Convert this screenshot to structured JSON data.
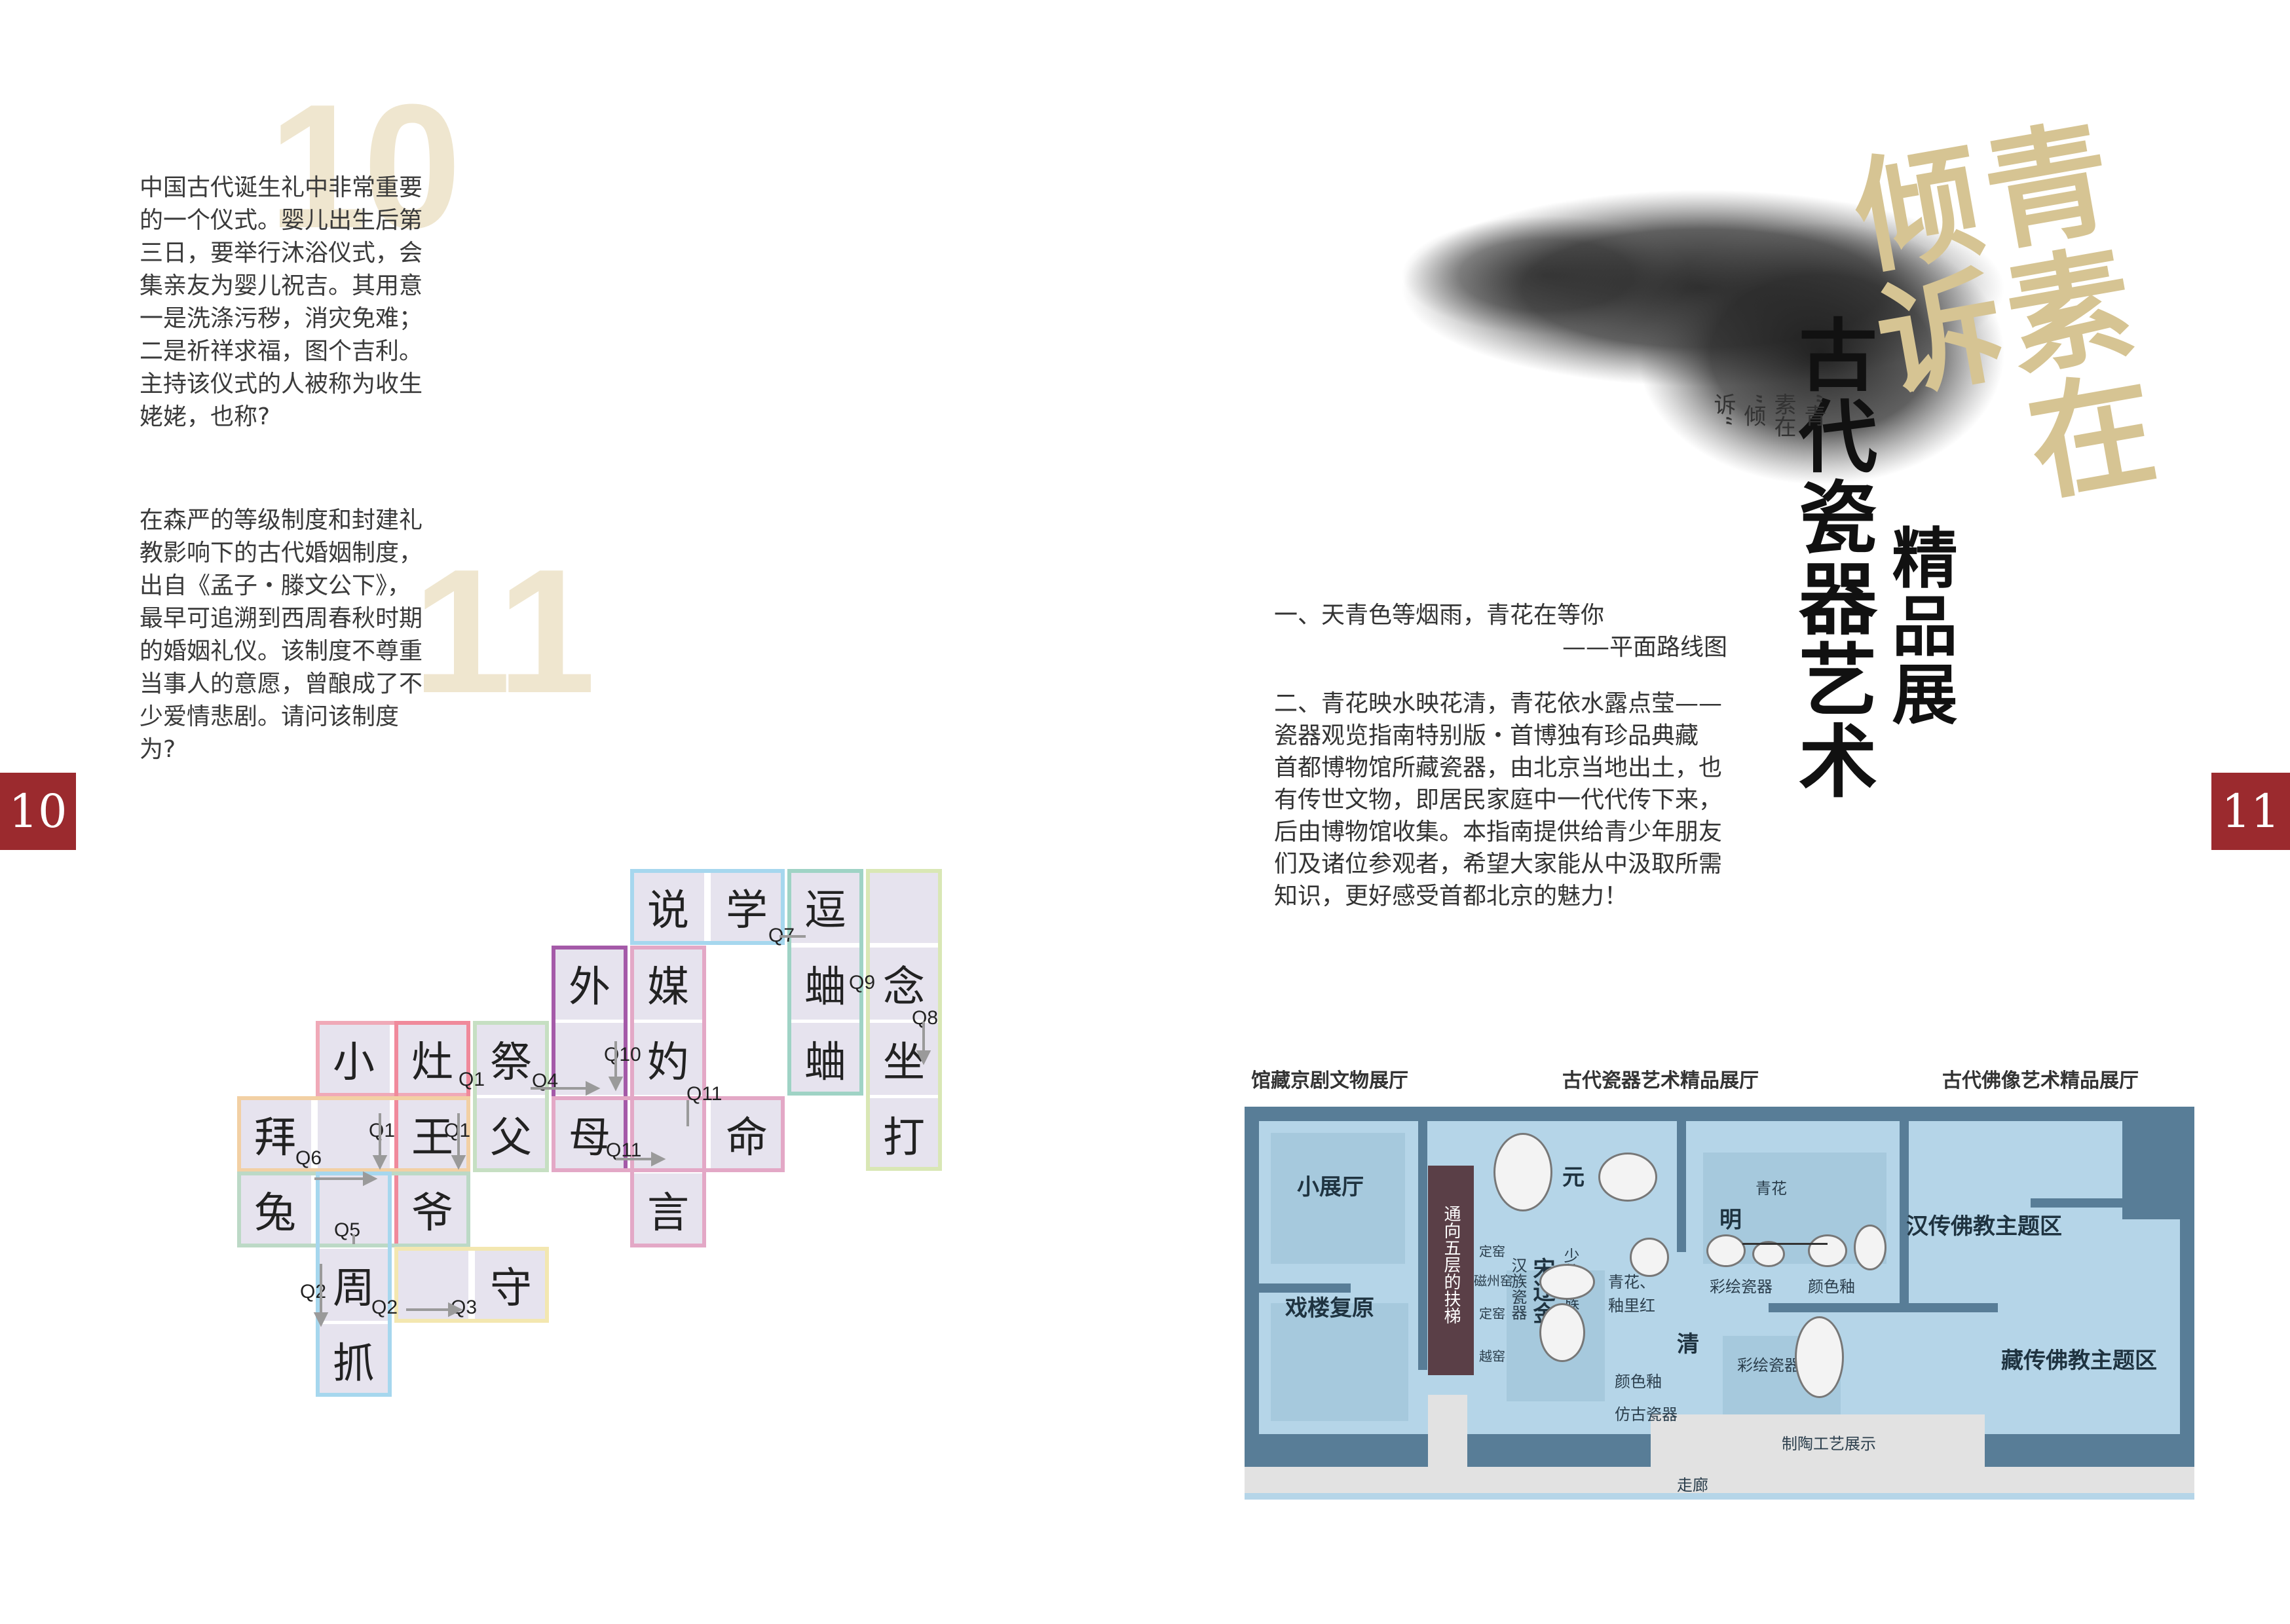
{
  "left_page": {
    "q10": {
      "number": "10",
      "lines": [
        "中国古代诞生礼中非常重要",
        "的一个仪式。婴儿出生后第",
        "三日，要举行沐浴仪式，会",
        "集亲友为婴儿祝吉。其用意",
        "一是洗涤污秽，消灾免难；",
        "二是祈祥求福，图个吉利。",
        "主持该仪式的人被称为收生",
        "姥姥，也称?"
      ]
    },
    "q11": {
      "number": "11",
      "lines": [
        "在森严的等级制度和封建礼",
        "教影响下的古代婚姻制度，",
        "出自《孟子・滕文公下》，",
        "最早可追溯到西周春秋时期",
        "的婚姻礼仪。该制度不尊重",
        "当事人的意愿，曾酿成了不",
        "少爱情悲剧。请问该制度",
        "为?"
      ]
    },
    "page_number": "10"
  },
  "crossword": {
    "cells": [
      {
        "text": "说"
      },
      {
        "text": "学"
      },
      {
        "text": "逗"
      },
      {
        "text": ""
      },
      {
        "text": "外"
      },
      {
        "text": "媒"
      },
      {
        "text": "蛐"
      },
      {
        "text": "念"
      },
      {
        "text": "小"
      },
      {
        "text": "灶"
      },
      {
        "text": "祭"
      },
      {
        "text": ""
      },
      {
        "text": "妁"
      },
      {
        "text": "蛐"
      },
      {
        "text": "坐"
      },
      {
        "text": "拜"
      },
      {
        "text": ""
      },
      {
        "text": "王"
      },
      {
        "text": "父"
      },
      {
        "text": "母"
      },
      {
        "text": ""
      },
      {
        "text": "命"
      },
      {
        "text": "打"
      },
      {
        "text": "兔"
      },
      {
        "text": ""
      },
      {
        "text": "爷"
      },
      {
        "text": "言"
      },
      {
        "text": "周"
      },
      {
        "text": ""
      },
      {
        "text": "守"
      },
      {
        "text": "抓"
      }
    ],
    "clue_labels": [
      "Q1",
      "Q1",
      "Q1",
      "Q4",
      "Q10",
      "Q11",
      "Q11",
      "Q7",
      "Q9",
      "Q8",
      "Q6",
      "Q5",
      "Q2",
      "Q2",
      "Q3"
    ]
  },
  "right_page": {
    "title_main": "青素在倾诉",
    "title_sub_1": "古代瓷器艺术",
    "title_sub_2": "精品展",
    "small_quote": [
      "“青",
      "素在",
      "”倾",
      "诉“"
    ],
    "para1_line1": "一、天青色等烟雨，青花在等你",
    "para1_line2": "——平面路线图",
    "para2_lines": [
      "二、青花映水映花清，青花依水露点莹——",
      "瓷器观览指南特别版・首博独有珍品典藏",
      "首都博物馆所藏瓷器，由北京当地出土，也",
      "有传世文物，即居民家庭中一代代传下来，",
      "后由博物馆收集。本指南提供给青少年朋友",
      "们及诸位参观者，希望大家能从中汲取所需",
      "知识，更好感受首都北京的魅力！"
    ],
    "page_number": "11"
  },
  "map": {
    "halls": [
      "馆藏京剧文物展厅",
      "古代瓷器艺术精品展厅",
      "古代佛像艺术精品展厅"
    ],
    "rooms": {
      "small_hall": "小展厅",
      "opera": "戏楼复原",
      "escalator": "通向五层的扶梯",
      "yuan": "元",
      "ming": "明",
      "qing": "清",
      "songliaojin": "宋辽金",
      "han_buddhism": "汉传佛教主题区",
      "tibet_buddhism": "藏传佛教主题区"
    },
    "labels": {
      "qinghua": "青花",
      "ding1": "定窑",
      "cizhou": "磁州窑",
      "ding2": "定窑",
      "yue": "越窑",
      "han_porcelain": "汉族瓷器",
      "minority": "少数民族瓷器",
      "qinghua_red": "青花、釉里红",
      "famille1": "彩绘瓷器",
      "colored_glaze1": "颜色釉",
      "colored_glaze2": "颜色釉",
      "imitation": "仿古瓷器",
      "famille2": "彩绘瓷器",
      "craft": "制陶工艺展示",
      "corridor": "走廊"
    }
  },
  "colors": {
    "accent_red": "#9b2a2e",
    "watermark_beige": "#efe6cf",
    "map_blue": "#b5d5e8",
    "map_wall": "#587d97",
    "gold": "#d6c493"
  }
}
